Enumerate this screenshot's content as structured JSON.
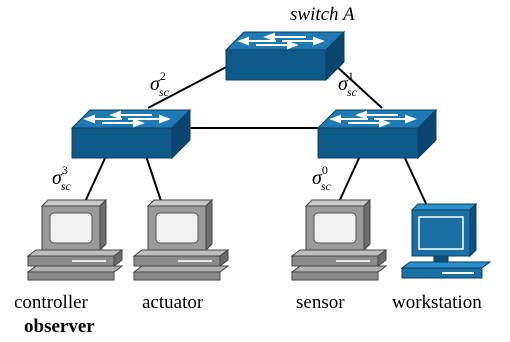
{
  "switches": {
    "top": {
      "label": "switch A"
    },
    "left": {
      "label": ""
    },
    "right": {
      "label": ""
    }
  },
  "links": [
    {
      "symbol": "σ",
      "subscript": "sc",
      "superscript": "2"
    },
    {
      "symbol": "σ",
      "subscript": "sc",
      "superscript": "1"
    },
    {
      "symbol": "σ",
      "subscript": "sc",
      "superscript": "3"
    },
    {
      "symbol": "σ",
      "subscript": "sc",
      "superscript": "0"
    }
  ],
  "devices": [
    {
      "name": "controller",
      "subtitle": "observer"
    },
    {
      "name": "actuator"
    },
    {
      "name": "sensor"
    },
    {
      "name": "workstation"
    }
  ],
  "colors": {
    "switch_top": "#1a6fa3",
    "switch_side": "#0e4f7c",
    "workstation": "#1a6fa3",
    "computer_gray": "#8a8a8a"
  }
}
